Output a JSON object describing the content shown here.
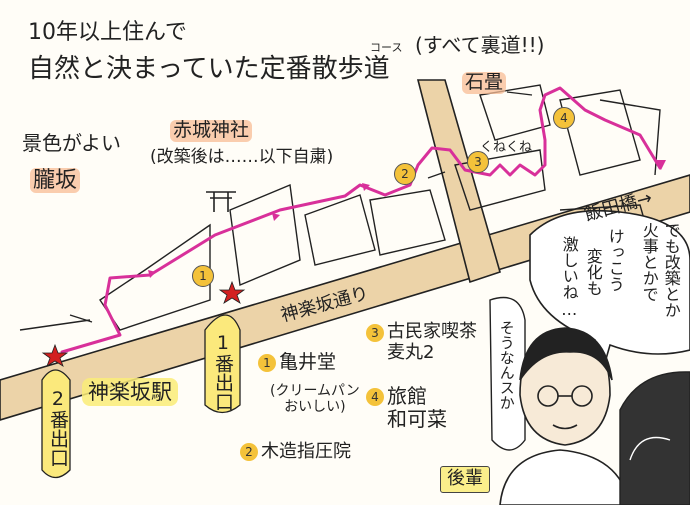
{
  "title": {
    "line1": "10年以上住んで",
    "line2": "自然と決まっていた定番散歩道",
    "ruby": "コース",
    "paren": "(すべて裏道!!)"
  },
  "labels": {
    "ishidatami": "石畳",
    "akagi_shrine": "赤城神社",
    "akagi_note": "(改築後は……以下自粛)",
    "scenery": "景色がよい",
    "oborozaka": "朧坂",
    "kunekune": "くねくね",
    "iidabashi": "飯田橋→",
    "street": "神楽坂通り",
    "station": "神楽坂駅",
    "exit1": "1番出口",
    "exit2": "2番出口",
    "shrine_mark": "⛩"
  },
  "legend": [
    {
      "num": "1",
      "name": "亀井堂",
      "note": "(クリームパン\nおいしい)"
    },
    {
      "num": "2",
      "name": "木造指圧院",
      "note": ""
    },
    {
      "num": "3",
      "name": "古民家喫茶\n麦丸2",
      "note": ""
    },
    {
      "num": "4",
      "name": "旅館\n和可菜",
      "note": ""
    }
  ],
  "map_markers": [
    "1",
    "2",
    "3",
    "4"
  ],
  "speech": {
    "right_col1": "でも改築とか",
    "right_col2": "火事とかで",
    "right_col3": "けっこう",
    "right_col4": "変化も",
    "right_col5": "激しいね…",
    "kohai": "そうなんスか",
    "kohai_label": "後輩"
  },
  "colors": {
    "route": "#d8309a",
    "street": "#d9b884",
    "highlight": "#f8bc96",
    "circle": "#f4c23a",
    "star": "#d32020"
  }
}
